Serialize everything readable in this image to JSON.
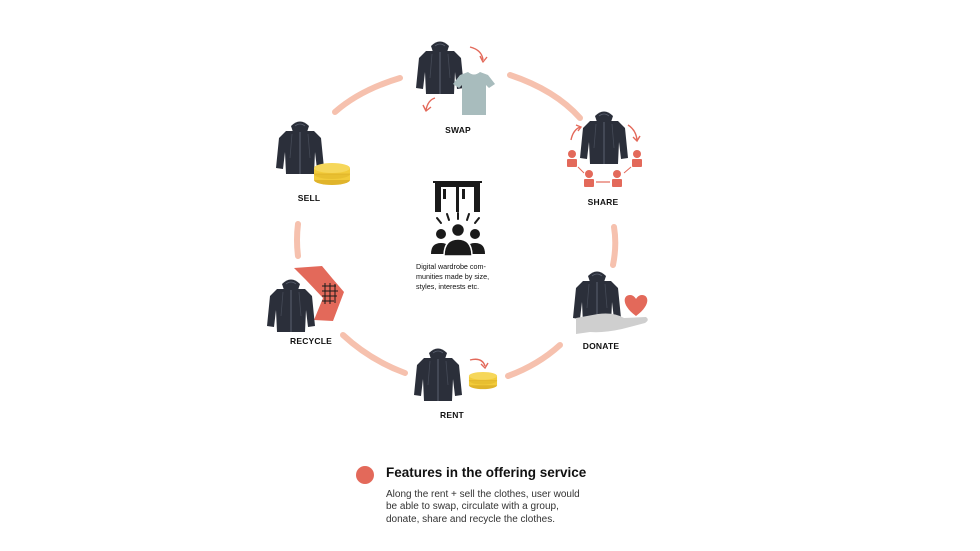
{
  "diagram": {
    "nodes": [
      {
        "id": "swap",
        "label": "SWAP"
      },
      {
        "id": "share",
        "label": "SHARE"
      },
      {
        "id": "donate",
        "label": "DONATE"
      },
      {
        "id": "rent",
        "label": "RENT"
      },
      {
        "id": "recycle",
        "label": "RECYCLE"
      },
      {
        "id": "sell",
        "label": "SELL"
      }
    ],
    "center": {
      "icon": "community-wardrobe-icon",
      "text": "Digital wardrobe com-\nmunities made by size,\nstyles, interests etc."
    }
  },
  "legend": {
    "title": "Features in the offering service",
    "description": "Along the rent + sell the clothes, user would be able to swap, circulate with a group, donate, share and recycle the clothes."
  },
  "colors": {
    "ring": "#f6c1ae",
    "accent": "#e3695a",
    "jacket": "#2b2f3a",
    "coin": "#f2cb3a",
    "tshirt": "#a8bcbd",
    "hand": "#cfcfcf"
  }
}
